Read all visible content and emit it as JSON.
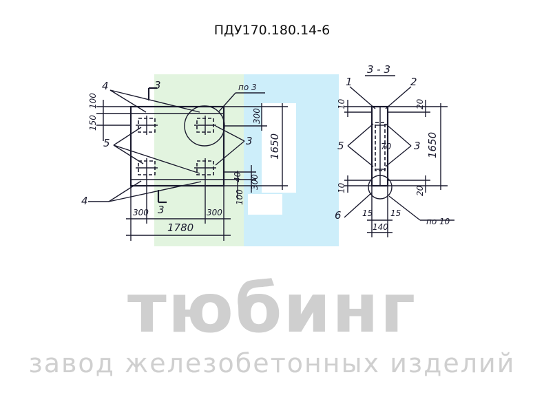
{
  "title": "ПДУ170.180.14-6",
  "brand": {
    "logo_text": "тюбинг",
    "tagline": "завод железобетонных изделий"
  },
  "plan": {
    "callouts": {
      "c4_top": "4",
      "c5": "5",
      "c4_bottom": "4",
      "c3_right": "3",
      "detail": "по 3"
    },
    "section_marks": {
      "top": "3",
      "bottom": "3"
    },
    "dims": {
      "d100": "100",
      "d150": "150",
      "d300_right": "300",
      "d1650": "1650",
      "d40": "40",
      "d300_lower": "300",
      "d100_lower": "100",
      "d300_left": "300",
      "d300_mid": "300",
      "d1780": "1780"
    }
  },
  "section": {
    "title": "3 - 3",
    "callouts": {
      "c1": "1",
      "c2": "2",
      "c5": "5",
      "c3": "3",
      "c6": "6",
      "detail": "по 10"
    },
    "dims": {
      "d10_top": "10",
      "d20_top": "20",
      "d70": "70",
      "d1650": "1650",
      "d10_bot": "10",
      "d20_bot": "20",
      "d15_left": "15",
      "d15_right": "15",
      "d140": "140"
    }
  },
  "colors": {
    "green_panel": "#e2f4df",
    "blue_panel": "#cdeefa",
    "ink": "#1a1a2e",
    "watermark": "#cfcfcf"
  }
}
